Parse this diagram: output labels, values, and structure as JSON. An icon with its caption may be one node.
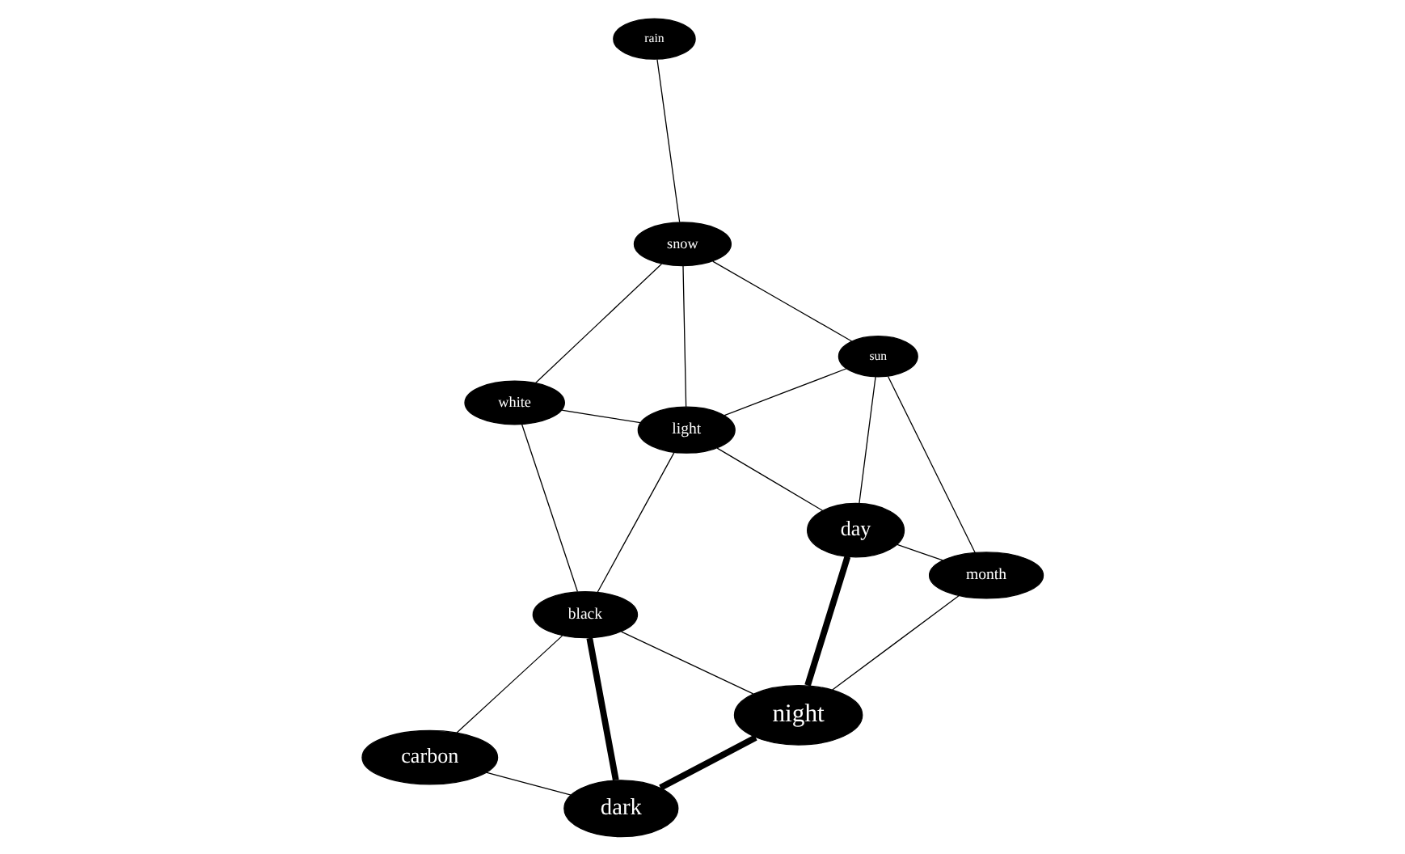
{
  "diagram": {
    "nodes": [
      {
        "text": [
          "rain"
        ]
      },
      {
        "text": [
          "snow"
        ]
      },
      {
        "text": [
          "sun"
        ]
      },
      {
        "text": [
          "white"
        ]
      },
      {
        "text": [
          "light"
        ]
      },
      {
        "text": [
          "month"
        ]
      },
      {
        "text": [
          "black"
        ]
      },
      {
        "text": [
          "day"
        ]
      },
      {
        "text": [
          "carbon"
        ]
      },
      {
        "text": [
          "dark"
        ]
      },
      {
        "text": [
          "night"
        ]
      }
    ],
    "edges": [
      {
        "from": 0,
        "to": 1,
        "arrow": "none"
      },
      {
        "from": 1,
        "to": 2,
        "arrow": "none"
      },
      {
        "from": 1,
        "to": 3,
        "arrow": "none"
      },
      {
        "from": 1,
        "to": 4,
        "arrow": "none"
      },
      {
        "from": 2,
        "to": 4,
        "arrow": "none"
      },
      {
        "from": 2,
        "to": 7,
        "arrow": "none"
      },
      {
        "from": 2,
        "to": 5,
        "arrow": "none"
      },
      {
        "from": 3,
        "to": 4,
        "arrow": "none"
      },
      {
        "from": 3,
        "to": 6,
        "arrow": "none"
      },
      {
        "from": 4,
        "to": 6,
        "arrow": "none"
      },
      {
        "from": 4,
        "to": 7,
        "arrow": "none"
      },
      {
        "from": 5,
        "to": 7,
        "arrow": "none"
      },
      {
        "from": 5,
        "to": 10,
        "arrow": "none"
      },
      {
        "from": 6,
        "to": 8,
        "arrow": "none"
      },
      {
        "from": 6,
        "to": 9,
        "arrow": "none",
        "style": "thick"
      },
      {
        "from": 6,
        "to": 10,
        "arrow": "none"
      },
      {
        "from": 7,
        "to": 10,
        "arrow": "none",
        "style": "thick"
      },
      {
        "from": 8,
        "to": 9,
        "arrow": "none"
      },
      {
        "from": 9,
        "to": 10,
        "arrow": "none",
        "style": "thick"
      }
    ]
  }
}
